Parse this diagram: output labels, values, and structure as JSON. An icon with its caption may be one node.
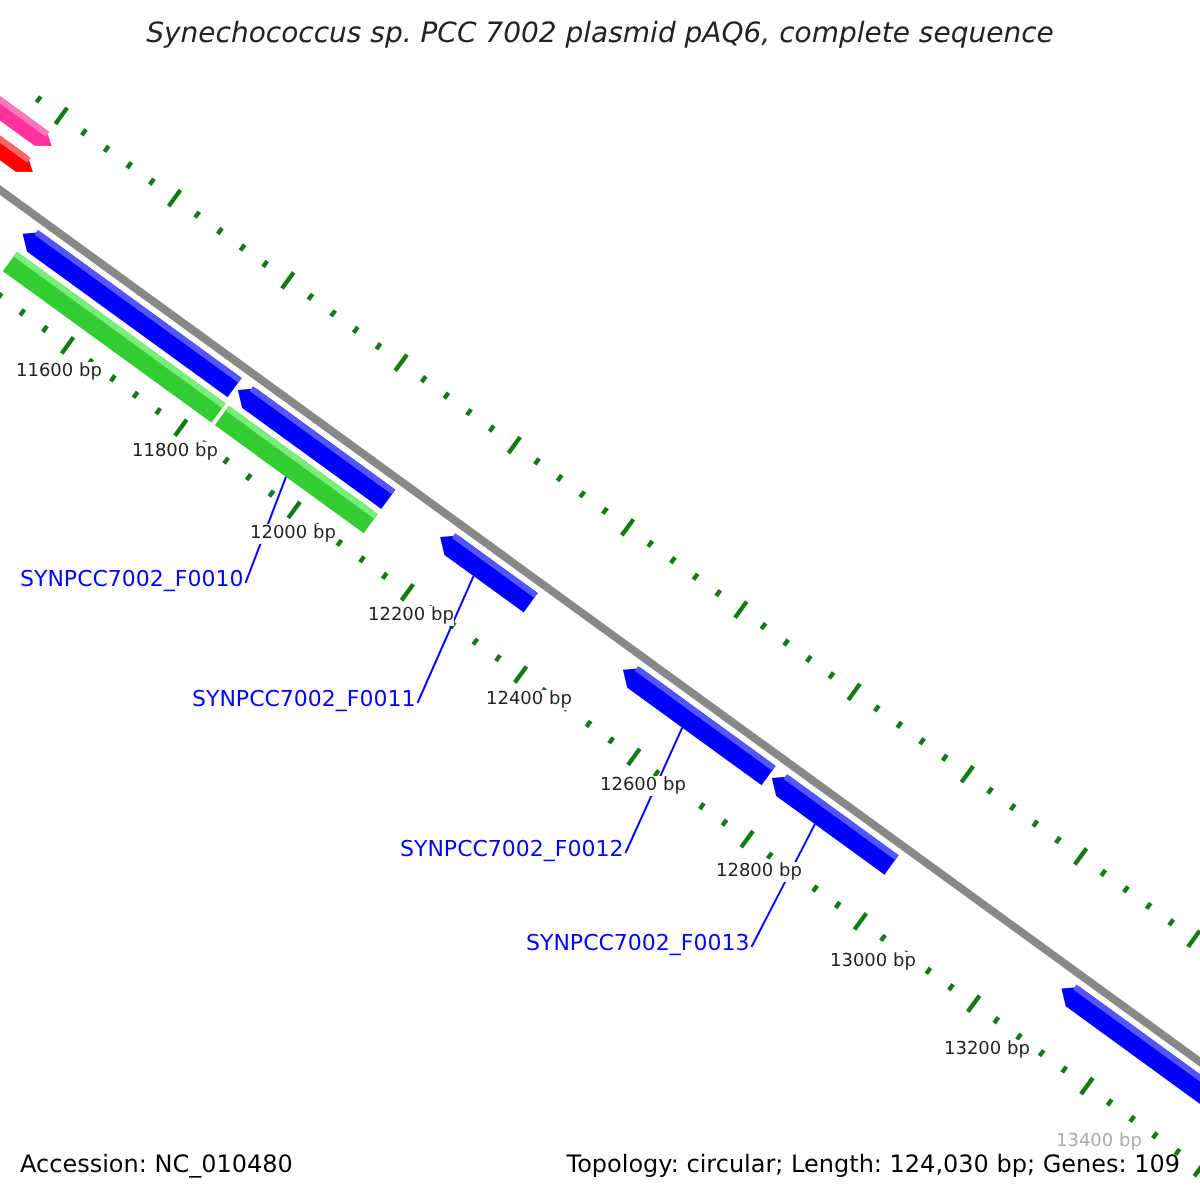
{
  "diagram": {
    "title": "Synechococcus sp. PCC 7002 plasmid pAQ6, complete sequence",
    "nodes": [
      {
        "text": [
          "SYNPCC7002_F0010"
        ]
      },
      {
        "text": [],
        "shape": "bar"
      },
      {
        "text": [
          "SYNPCC7002_F0011"
        ]
      },
      {
        "text": [],
        "shape": "arrow"
      },
      {
        "text": [
          "SYNPCC7002_F0012"
        ]
      },
      {
        "text": [],
        "shape": "arrow"
      },
      {
        "text": [
          "SYNPCC7002_F0013"
        ]
      },
      {
        "text": [],
        "shape": "arrow"
      }
    ],
    "edges": [
      {
        "from": 0,
        "to": 1,
        "arrow": "none"
      },
      {
        "from": 2,
        "to": 3,
        "arrow": "none"
      },
      {
        "from": 4,
        "to": 5,
        "arrow": "none"
      },
      {
        "from": 6,
        "to": 7,
        "arrow": "none"
      }
    ],
    "labels": [
      "11600 bp",
      "11800 bp",
      "12000 bp",
      "12200 bp",
      "12400 bp",
      "12600 bp",
      "12800 bp",
      "13000 bp",
      "13200 bp",
      "13400 bp",
      "Accession: NC_010480",
      "Topology: circular; Length: 124,030 bp; Genes: 109"
    ]
  }
}
